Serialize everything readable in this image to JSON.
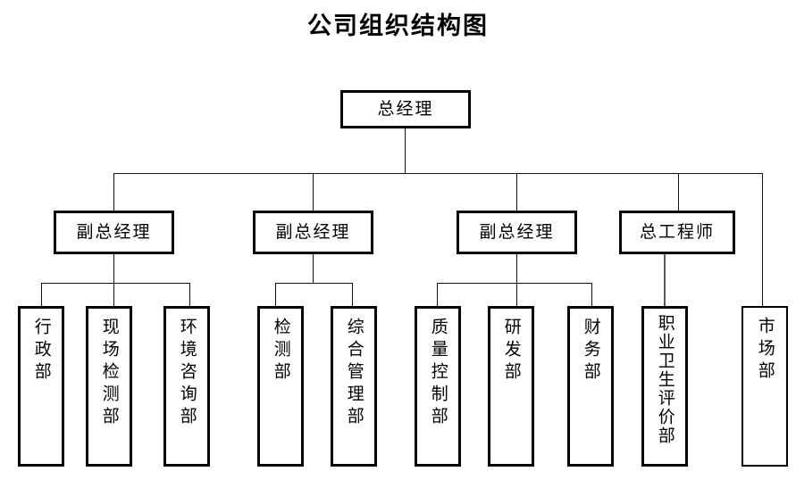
{
  "title": "公司组织结构图",
  "colors": {
    "background": "#ffffff",
    "box_border": "#000000",
    "connector": "#101010",
    "text": "#000000"
  },
  "chart_data": {
    "type": "diagram",
    "diagram_type": "organizational-chart",
    "title": "公司组织结构图",
    "orientation": "top-down",
    "levels": 3,
    "nodes": [
      {
        "id": "gm",
        "label": "总经理",
        "level": 1,
        "parent": null
      },
      {
        "id": "dgm1",
        "label": "副总经理",
        "level": 2,
        "parent": "gm"
      },
      {
        "id": "dgm2",
        "label": "副总经理",
        "level": 2,
        "parent": "gm"
      },
      {
        "id": "dgm3",
        "label": "副总经理",
        "level": 2,
        "parent": "gm"
      },
      {
        "id": "ce",
        "label": "总工程师",
        "level": 2,
        "parent": "gm"
      },
      {
        "id": "d1",
        "label": "行政部",
        "level": 3,
        "parent": "dgm1"
      },
      {
        "id": "d2",
        "label": "现场检测部",
        "level": 3,
        "parent": "dgm1"
      },
      {
        "id": "d3",
        "label": "环境咨询部",
        "level": 3,
        "parent": "dgm1"
      },
      {
        "id": "d4",
        "label": "检测部",
        "level": 3,
        "parent": "dgm2"
      },
      {
        "id": "d5",
        "label": "综合管理部",
        "level": 3,
        "parent": "dgm2"
      },
      {
        "id": "d6",
        "label": "质量控制部",
        "level": 3,
        "parent": "dgm3"
      },
      {
        "id": "d7",
        "label": "研发部",
        "level": 3,
        "parent": "dgm3"
      },
      {
        "id": "d8",
        "label": "财务部",
        "level": 3,
        "parent": "dgm3"
      },
      {
        "id": "d9",
        "label": "职业卫生评价部",
        "level": 3,
        "parent": "ce"
      },
      {
        "id": "d10",
        "label": "市场部",
        "level": 3,
        "parent": "gm"
      }
    ]
  },
  "top": {
    "general_manager": "总经理"
  },
  "level2": {
    "deputy_1": "副总经理",
    "deputy_2": "副总经理",
    "deputy_3": "副总经理",
    "chief_engineer": "总工程师"
  },
  "departments": {
    "administration": "行政部",
    "onsite_testing": "现场检测部",
    "environmental_consulting": "环境咨询部",
    "testing": "检测部",
    "comprehensive_management": "综合管理部",
    "quality_control": "质量控制部",
    "research_development": "研发部",
    "finance": "财务部",
    "occupational_health_evaluation": "职业卫生评价部",
    "marketing": "市场部"
  }
}
